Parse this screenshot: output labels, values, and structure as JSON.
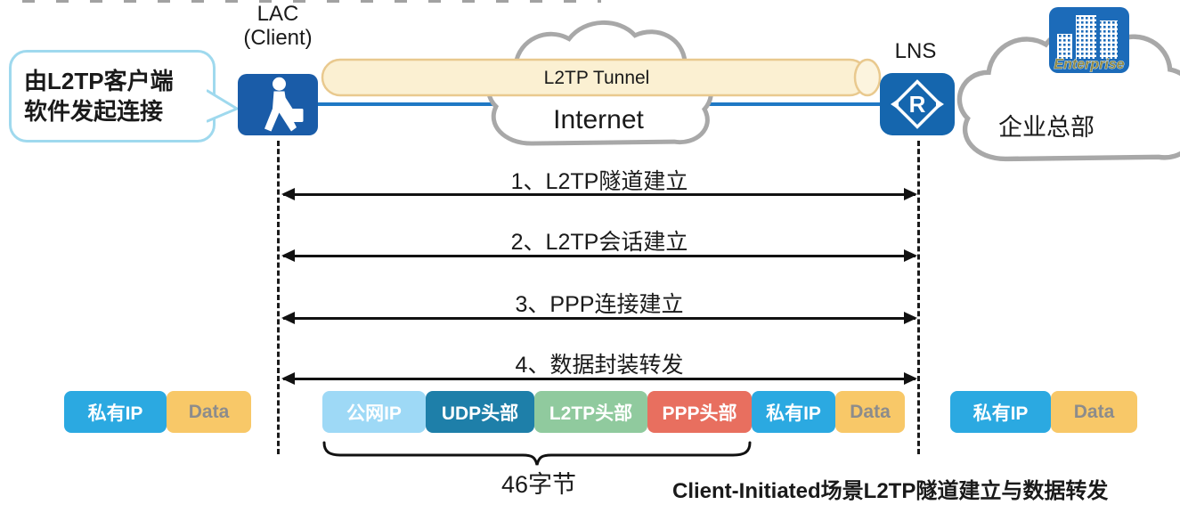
{
  "callout": {
    "line1": "由L2TP客户端",
    "line2": "软件发起连接"
  },
  "nodes": {
    "lac": {
      "title": "LAC",
      "subtitle": "(Client)"
    },
    "lns": {
      "title": "LNS",
      "router_letter": "R"
    },
    "internet": {
      "label": "Internet"
    },
    "tunnel": {
      "label": "L2TP Tunnel"
    },
    "enterprise": {
      "cloud_label": "企业总部",
      "icon_label": "Enterprise"
    }
  },
  "steps": [
    {
      "label": "1、L2TP隧道建立"
    },
    {
      "label": "2、L2TP会话建立"
    },
    {
      "label": "3、PPP连接建立"
    },
    {
      "label": "4、数据封装转发"
    }
  ],
  "packets": {
    "left": [
      {
        "label": "私有IP"
      },
      {
        "label": "Data"
      }
    ],
    "middle": [
      {
        "label": "公网IP"
      },
      {
        "label": "UDP头部"
      },
      {
        "label": "L2TP头部"
      },
      {
        "label": "PPP头部"
      },
      {
        "label": "私有IP"
      },
      {
        "label": "Data"
      }
    ],
    "right": [
      {
        "label": "私有IP"
      },
      {
        "label": "Data"
      }
    ]
  },
  "brace_label": "46字节",
  "caption": "Client-Initiated场景L2TP隧道建立与数据转发",
  "colors": {
    "device_blue": "#1A5CA8",
    "router_blue": "#1566AE",
    "enterprise_blue": "#1C6BB9",
    "wan_line_blue": "#1F78C4",
    "tunnel_fill": "#FBF0D2",
    "tunnel_border": "#E9C98E",
    "callout_border": "#9FD9EE",
    "cloud_border": "#A8A8A8",
    "private_ip": "#2BA9E1",
    "data_yellow": "#F8C868",
    "public_ip": "#9ED9F6",
    "udp_header": "#1E7FA9",
    "l2tp_header": "#90CA9E",
    "ppp_header": "#E86F5F"
  }
}
